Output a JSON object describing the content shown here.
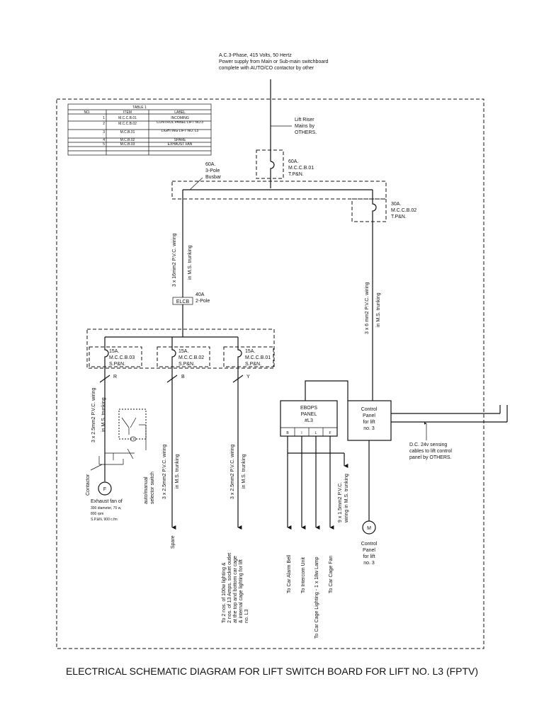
{
  "title": "ELECTRICAL SCHEMATIC DIAGRAM FOR LIFT SWITCH BOARD FOR LIFT NO. L3 (FPTV)",
  "supply": [
    "A.C.3-Phase, 415 Volts, 50 Hertz",
    "Power supply from Main or Sub-main switchboard",
    "complete with AUTO/CO contactor by other"
  ],
  "riser": [
    "Lift Riser",
    "Mains by",
    "OTHERS."
  ],
  "table": {
    "title": "TABLE 1",
    "headers": [
      "NO.",
      "ITEM",
      "LABEL"
    ],
    "rows": [
      [
        "1",
        "M.C.C.B.01",
        "INCOMING"
      ],
      [
        "2",
        "M.C.C.B.02",
        "CONTROL PANEL LIFT NO.3"
      ],
      [
        "3",
        "M.C.B.01",
        "LIGHTING LIFT NO. L3"
      ],
      [
        "4",
        "M.C.B.02",
        "SPARE"
      ],
      [
        "5",
        "M.C.B.03",
        "EXHAUST FAN"
      ]
    ]
  },
  "mccb01": [
    "60A.",
    "M.C.C.B.01",
    "T.P&N."
  ],
  "busbar": [
    "60A.",
    "3-Pole",
    "Busbar"
  ],
  "mccb02": [
    "30A.",
    "M.C.C.B.02",
    "T.P&N."
  ],
  "wiring_main": [
    "3 x 16mm2 P.V.C. wiring",
    "in M.S. trunking"
  ],
  "wiring_right": [
    "3 x 6 mm2 P.V.C. wiring",
    "in M.S. trunking"
  ],
  "elcb": {
    "label": "ELCB",
    "rating": [
      "40A",
      "2-Pole"
    ]
  },
  "mcb03": [
    "15A.",
    "M.C.C.B.03",
    "S.P&N."
  ],
  "mcb02": [
    "15A.",
    "M.C.C.B.02",
    "S.P&N."
  ],
  "mcb01": [
    "15A.",
    "M.C.C.B.01",
    "S.P&N."
  ],
  "phases": [
    "R",
    "B",
    "Y"
  ],
  "wiring_r": [
    "3 x 2.5mm2 P.V.C. wiring",
    "in M.S. trunking"
  ],
  "wiring_b": [
    "3 x 2.5mm2 P.V.C. wiring",
    "in M.S. trunking"
  ],
  "wiring_y": [
    "3 x 2.5mm2 P.V.C. wiring",
    "in M.S. trunking"
  ],
  "contactor": "Contactor",
  "selector": [
    "auto/manual",
    "selector switch"
  ],
  "fan_symbol": "F",
  "exhaust": [
    "Exhaust fan of",
    "300 diameter, 75 w,",
    "800 rpm",
    "S.P.&N, 900 c.fm"
  ],
  "spare": "Spare",
  "lighting": [
    "To 2 nos. of 100w lighting &",
    "2 nos. of 13 Amps. socket outlet",
    "at the top and bottom car cage",
    "& internal cage lighting for lift",
    "no. L3"
  ],
  "ebops": {
    "name": [
      "EBOPS",
      "PANEL",
      "#L3"
    ],
    "terminals": [
      "B",
      "I",
      "L",
      "F"
    ]
  },
  "control_panel": [
    "Control",
    "Panel",
    "for lift",
    "no. 3"
  ],
  "sensing": [
    "D.C. 24v sensing",
    "cables to lift control",
    "panel by OTHERS."
  ],
  "wiring_ebops": [
    "9 x 1.5mm2 P.V.C.",
    "wiring in M.S. trunking"
  ],
  "outputs": [
    "To Car Alarm Bell",
    "To Intercom Unit",
    "To Car Cage Lighting - 1 x 18w Lamp",
    "To Car Cage Fan"
  ],
  "motor": {
    "symbol": "M",
    "label": [
      "Control",
      "Panel",
      "for lift",
      "no. 3"
    ]
  }
}
